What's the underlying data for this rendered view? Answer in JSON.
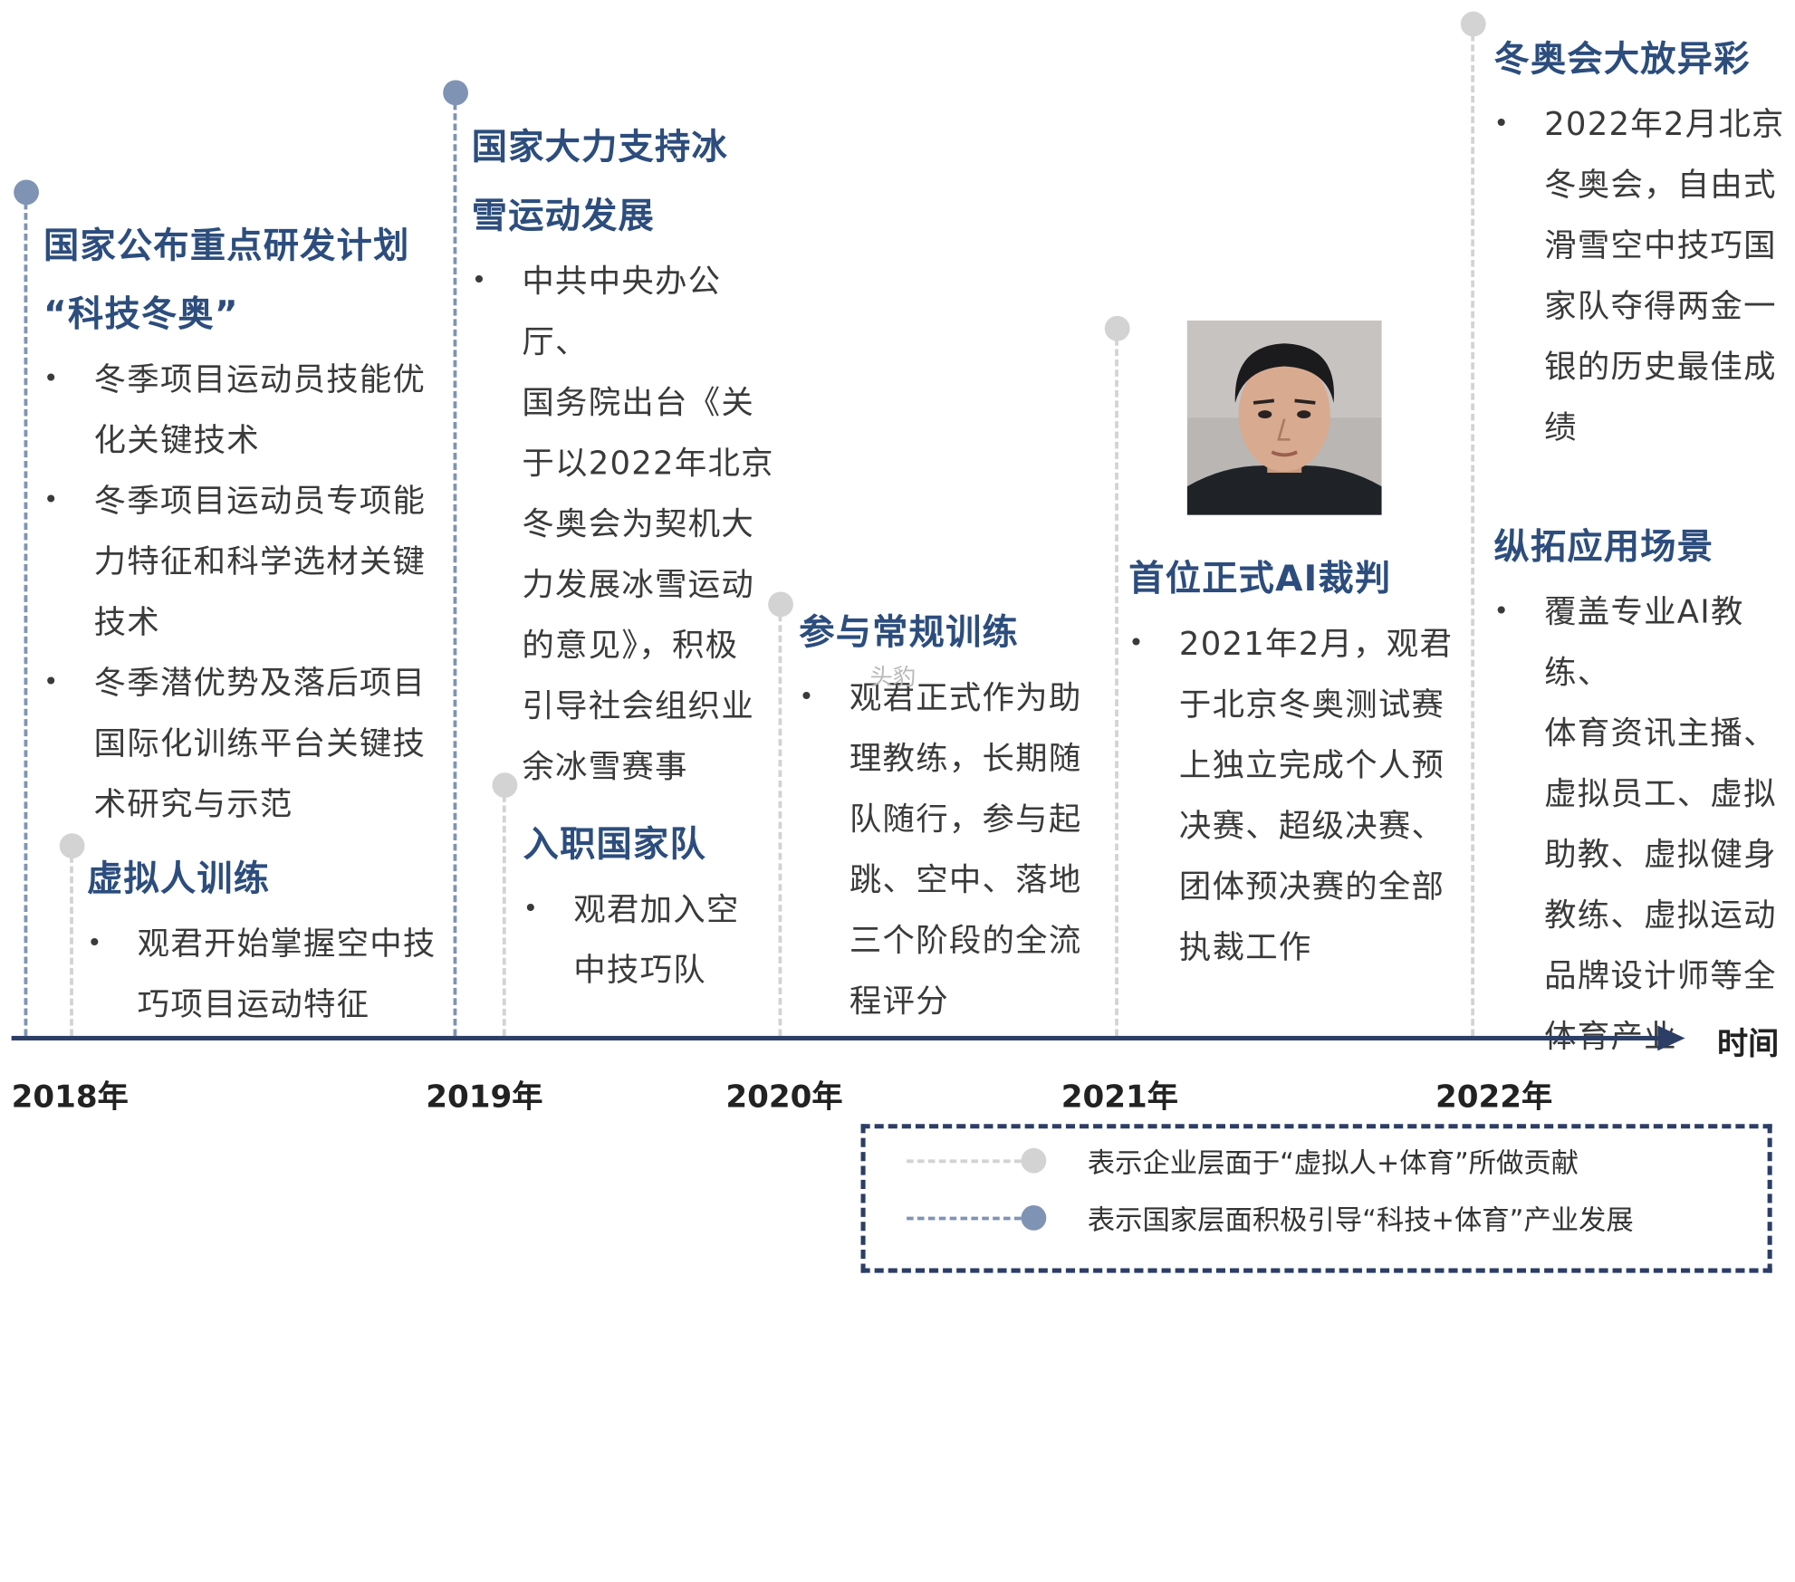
{
  "colors": {
    "national": "#7f93b5",
    "enterprise": "#d3d3d3",
    "heading": "#2c4d7d",
    "axis": "#2c3e66"
  },
  "axis": {
    "title": "时间",
    "years": [
      "2018年",
      "2019年",
      "2020年",
      "2021年",
      "2022年"
    ]
  },
  "events": {
    "e2018_national": {
      "level": "national",
      "title_lines": [
        "国家公布重点研发计划",
        "“科技冬奥”"
      ],
      "bullets": [
        [
          "冬季项目运动员技能优",
          "化关键技术"
        ],
        [
          "冬季项目运动员专项能",
          "力特征和科学选材关键",
          "技术"
        ],
        [
          "冬季潜优势及落后项目",
          "国际化训练平台关键技",
          "术研究与示范"
        ]
      ]
    },
    "e2018_enterprise": {
      "level": "enterprise",
      "title_lines": [
        "虚拟人训练"
      ],
      "bullets": [
        [
          "观君开始掌握空中技",
          "巧项目运动特征"
        ]
      ]
    },
    "e2019_national": {
      "level": "national",
      "title_lines": [
        "国家大力支持冰",
        "雪运动发展"
      ],
      "bullets": [
        [
          "中共中央办公厅、",
          "国务院出台《关",
          "于以2022年北京",
          "冬奥会为契机大",
          "力发展冰雪运动",
          "的意见》，积极",
          "引导社会组织业",
          "余冰雪赛事"
        ]
      ]
    },
    "e2019_enterprise": {
      "level": "enterprise",
      "title_lines": [
        "入职国家队"
      ],
      "bullets": [
        [
          "观君加入空",
          "中技巧队"
        ]
      ]
    },
    "e2020_enterprise": {
      "level": "enterprise",
      "title_lines": [
        "参与常规训练"
      ],
      "bullets": [
        [
          "观君正式作为助",
          "理教练，长期随",
          "队随行，参与起",
          "跳、空中、落地",
          "三个阶段的全流",
          "程评分"
        ]
      ]
    },
    "e2021_enterprise": {
      "level": "enterprise",
      "title_lines": [
        "首位正式AI裁判"
      ],
      "bullets": [
        [
          "2021年2月，观君",
          "于北京冬奥测试赛",
          "上独立完成个人预",
          "决赛、超级决赛、",
          "团体预决赛的全部",
          "执裁工作"
        ]
      ]
    },
    "e2022_enterprise": {
      "level": "enterprise",
      "title_lines": [
        "冬奥会大放异彩"
      ],
      "bullets": [
        [
          "2022年2月北京",
          "冬奥会，自由式",
          "滑雪空中技巧国",
          "家队夺得两金一",
          "银的历史最佳成",
          "绩"
        ]
      ]
    },
    "e2022_enterprise_2": {
      "level": "enterprise",
      "title_lines": [
        "纵拓应用场景"
      ],
      "bullets": [
        [
          "覆盖专业AI教练、",
          "体育资讯主播、",
          "虚拟员工、虚拟",
          "助教、虚拟健身",
          "教练、虚拟运动",
          "品牌设计师等全",
          "体育产业"
        ]
      ]
    }
  },
  "photo": {
    "icon": "virtual-human-portrait"
  },
  "watermark": "头豹",
  "legend": {
    "enterprise": "表示企业层面于“虚拟人+体育”所做贡献",
    "national": "表示国家层面积极引导“科技+体育”产业发展"
  }
}
